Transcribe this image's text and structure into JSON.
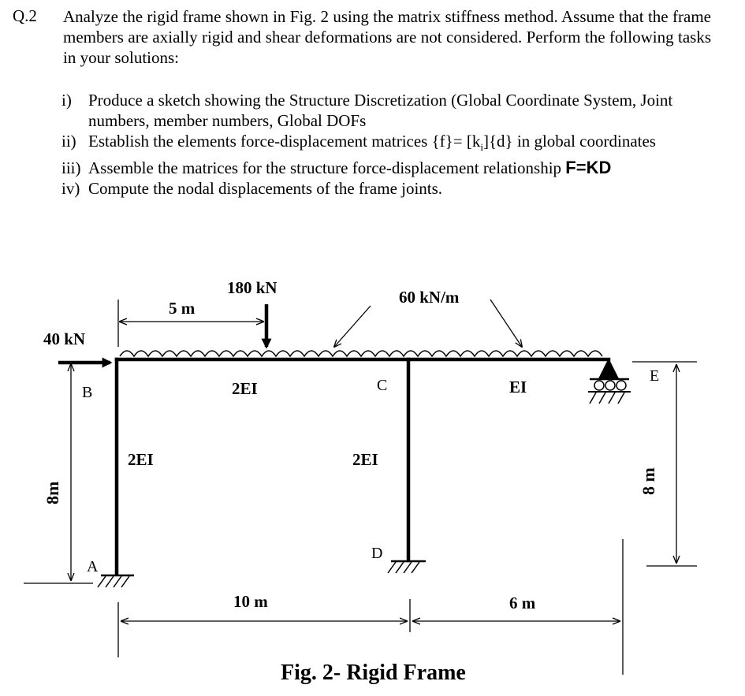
{
  "question": {
    "number": "Q.2",
    "intro": "Analyze the rigid frame shown in Fig. 2 using the matrix stiffness method. Assume that the frame members are axially rigid and shear deformations are not considered. Perform the following tasks in your solutions:",
    "tasks": [
      {
        "numeral": "i)",
        "text": "Produce a sketch showing the Structure Discretization (Global Coordinate System, Joint numbers, member numbers, Global DOFs"
      },
      {
        "numeral": "ii)",
        "text": "Establish the elements force-displacement matrices {f}= [k",
        "sub": "i",
        "text_after": "]{d} in global coordinates"
      },
      {
        "numeral": "iii)",
        "text": "Assemble the matrices for the structure force-displacement relationship ",
        "emphasis": "F=KD"
      },
      {
        "numeral": "iv)",
        "text": "Compute the nodal displacements of the frame joints."
      }
    ]
  },
  "figure": {
    "caption": "Fig. 2- Rigid Frame",
    "loads": {
      "point_load": "180 kN",
      "lateral_load": "40 kN",
      "distributed_load": "60 kN/m"
    },
    "dimensions": {
      "load_offset": "5 m",
      "left_span": "10 m",
      "right_span": "6 m",
      "left_height": "8m",
      "right_height": "8 m"
    },
    "joints": {
      "a": "A",
      "b": "B",
      "c": "C",
      "d": "D",
      "e": "E"
    },
    "members": {
      "left_column": "2EI",
      "left_beam": "2EI",
      "middle_column": "2EI",
      "right_beam": "EI"
    }
  }
}
